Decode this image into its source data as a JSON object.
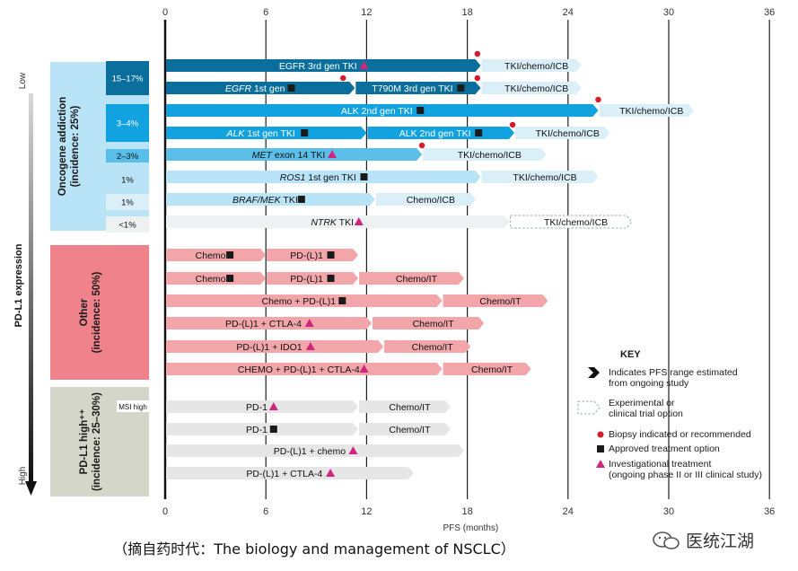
{
  "axis": {
    "ticks": [
      0,
      6,
      12,
      18,
      24,
      30,
      36
    ],
    "xlabel": "PFS (months)"
  },
  "side": {
    "title": "PD-L1 expression",
    "low": "Low",
    "high": "High"
  },
  "groups": [
    {
      "label": "Oncogene addiction\n(incidence: 25%)",
      "color": "#b9e3f7"
    },
    {
      "label": "Other\n(incidence: 50%)",
      "color": "#f0828b"
    },
    {
      "label": "PD-L1 high⁺⁺\n(incidence: 25–30%)",
      "color": "#d4d6c9"
    }
  ],
  "incidence_labels": [
    "15–17%",
    "3–4%",
    "2–3%",
    "1%",
    "1%",
    "<1%"
  ],
  "msi_label": "MSI high",
  "rows": [
    {
      "bar_label": "EGFR 3rd gen TKI",
      "marker": "triangle",
      "next_label": "TKI/chemo/ICB",
      "start": 0,
      "end": 18.8,
      "next_end": 24.8,
      "tier": 0
    },
    {
      "bar_label": "EGFR 1st gen",
      "italic_prefix": "EGFR",
      "marker": "square",
      "mid_label": "T790M 3rd gen TKI",
      "mid_marker": "square",
      "next_label": "TKI/chemo/ICB",
      "start": 0,
      "end": 18.8,
      "next_end": 24.8,
      "tier": 0
    },
    {
      "bar_label": "ALK 2nd gen TKI",
      "marker": "square",
      "next_label": "TKI/chemo/ICB",
      "start": 0,
      "end": 25.8,
      "next_end": 31.5,
      "tier": 1
    },
    {
      "bar_label": "ALK 1st gen TKI",
      "italic_prefix": "ALK",
      "marker": "square",
      "mid_label": "ALK 2nd gen TKI",
      "mid_marker": "square",
      "next_label": "TKI/chemo/ICB",
      "start": 0,
      "end": 20.8,
      "next_end": 26.5,
      "tier": 1
    },
    {
      "bar_label": "MET exon 14 TKI",
      "italic_prefix": "MET",
      "marker": "triangle",
      "next_label": "TKI/chemo/ICB",
      "start": 0,
      "end": 15.3,
      "next_end": 22.7,
      "tier": 2
    },
    {
      "bar_label": "ROS1 1st gen TKI",
      "italic_prefix": "ROS1",
      "marker": "square",
      "next_label": "TKI/chemo/ICB",
      "start": 0,
      "end": 18.8,
      "next_end": 25.8,
      "tier": 3
    },
    {
      "bar_label": "BRAF/MEK TKI",
      "italic_prefix": "BRAF/MEK",
      "marker": "square",
      "next_label": "Chemo/ICB",
      "start": 0,
      "end": 12.5,
      "next_end": 18.5,
      "tier": 3
    },
    {
      "bar_label": "NTRK TKI",
      "italic_prefix": "NTRK",
      "marker": "triangle",
      "next_label": "TKI/chemo/ICB",
      "start": 0,
      "end": 20.5,
      "next_end": 27.8,
      "tier": 4
    },
    {
      "bar_label": "Chemo",
      "marker": "square",
      "mid_label": "PD-(L)1",
      "mid_marker": "square",
      "start": 0,
      "end": 11.5,
      "tier": 5
    },
    {
      "bar_label": "Chemo",
      "marker": "square",
      "mid_label": "PD-(L)1",
      "mid_marker": "square",
      "next_label": "Chemo/IT",
      "start": 0,
      "end": 11.5,
      "next_end": 17.8,
      "tier": 5
    },
    {
      "bar_label": "Chemo + PD-(L)1",
      "marker": "square",
      "next_label": "Chemo/IT",
      "start": 0,
      "end": 16.5,
      "next_end": 22.8,
      "tier": 6
    },
    {
      "bar_label": "PD-(L)1 + CTLA-4",
      "marker": "triangle",
      "next_label": "Chemo/IT",
      "start": 0,
      "end": 12.3,
      "next_end": 19.0,
      "tier": 7
    },
    {
      "bar_label": "PD-(L)1 + IDO1",
      "marker": "triangle",
      "next_label": "Chemo/IT",
      "start": 0,
      "end": 13.0,
      "next_end": 18.2,
      "tier": 7
    },
    {
      "bar_label": "CHEMO + PD-(L)1 + CTLA-4",
      "marker": "triangle",
      "next_label": "Chemo/IT",
      "start": 0,
      "end": 16.5,
      "next_end": 21.8,
      "tier": 7
    },
    {
      "bar_label": "PD-1",
      "marker": "triangle",
      "next_label": "Chemo/IT",
      "start": 0,
      "end": 11.5,
      "next_end": 17.0,
      "tier": 8
    },
    {
      "bar_label": "PD-1",
      "marker": "square",
      "next_label": "Chemo/IT",
      "start": 0,
      "end": 11.5,
      "next_end": 17.0,
      "tier": 8
    },
    {
      "bar_label": "PD-(L)1 + chemo",
      "marker": "triangle",
      "start": 0,
      "end": 17.8,
      "tier": 9
    },
    {
      "bar_label": "PD-(L)1 + CTLA-4",
      "marker": "triangle",
      "start": 0,
      "end": 14.8,
      "tier": 9
    }
  ],
  "key": {
    "title": "KEY",
    "items": [
      "Indicates PFS range estimated\nfrom ongoing study",
      "Experimental or\nclinical trial option",
      "Biopsy indicated or recommended",
      "Approved treatment option",
      "Investigational treatment\n(ongoing phase II or III clinical study)"
    ]
  },
  "caption": "（摘自药时代：The biology and management of NSCLC）",
  "brand": "医统江湖",
  "colors": {
    "dark_blue": "#0a6f9c",
    "blue": "#12a2df",
    "mid_blue": "#59bfe9",
    "light_blue": "#b9e3f7",
    "pale_blue": "#dbeff9",
    "pink": "#f3a6aa",
    "grey": "#e6e6e6",
    "grid": "#1f1f1f",
    "biopsy": "#d71a2a",
    "triangle": "#d1257f",
    "square": "#1a1a1a"
  }
}
